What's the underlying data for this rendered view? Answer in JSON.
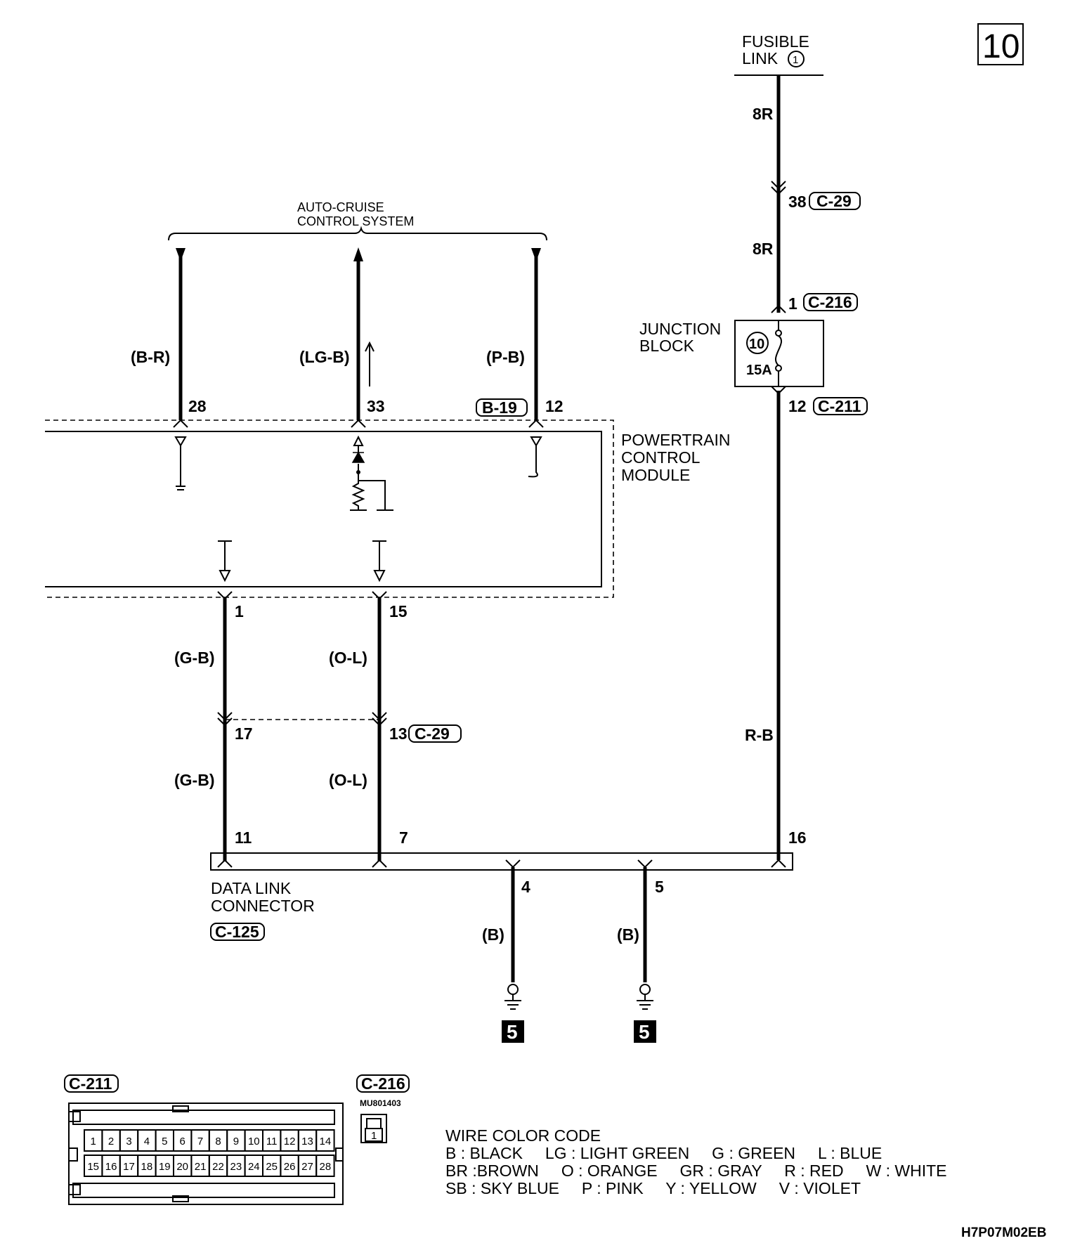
{
  "page_number": "10",
  "fusible_link": {
    "line1": "FUSIBLE",
    "line2": "LINK",
    "num": "1"
  },
  "right_wire": {
    "label_top": "8R",
    "c29_pin": "38",
    "c29_conn": "C-29",
    "label_mid": "8R",
    "c216_pin": "1",
    "c216_conn": "C-216",
    "junction_line1": "JUNCTION",
    "junction_line2": "BLOCK",
    "fuse_num": "10",
    "fuse_amp": "15A",
    "c211_pin": "12",
    "c211_conn": "C-211",
    "label_bottom": "R-B",
    "dlc_pin": "16"
  },
  "auto_cruise": {
    "line1": "AUTO-CRUISE",
    "line2": "CONTROL SYSTEM"
  },
  "pcm_top": {
    "wire1_color": "(B-R)",
    "wire1_pin": "28",
    "wire2_color": "(LG-B)",
    "wire2_pin": "33",
    "wire3_color": "(P-B)",
    "wire3_pin": "12",
    "wire3_conn": "B-19"
  },
  "pcm": {
    "line1": "POWERTRAIN",
    "line2": "CONTROL",
    "line3": "MODULE"
  },
  "pcm_bottom": {
    "left_pin": "1",
    "left_color": "(G-B)",
    "left_c29_pin": "17",
    "left_color2": "(G-B)",
    "left_dlc_pin": "11",
    "right_pin": "15",
    "right_color": "(O-L)",
    "right_c29_pin": "13",
    "right_c29_conn": "C-29",
    "right_color2": "(O-L)",
    "right_dlc_pin": "7"
  },
  "dlc": {
    "line1": "DATA LINK",
    "line2": "CONNECTOR",
    "conn": "C-125"
  },
  "grounds": [
    {
      "pin": "4",
      "color": "(B)",
      "ground_num": "5"
    },
    {
      "pin": "5",
      "color": "(B)",
      "ground_num": "5"
    }
  ],
  "connector_c211": {
    "label": "C-211",
    "row1": [
      "1",
      "2",
      "3",
      "4",
      "5",
      "6",
      "7",
      "8",
      "9",
      "10",
      "11",
      "12",
      "13",
      "14"
    ],
    "row2": [
      "15",
      "16",
      "17",
      "18",
      "19",
      "20",
      "21",
      "22",
      "23",
      "24",
      "25",
      "26",
      "27",
      "28"
    ]
  },
  "connector_c216": {
    "label": "C-216",
    "part": "MU801403",
    "pin": "1"
  },
  "wire_color_code": {
    "title": "WIRE COLOR CODE",
    "line1": "B : BLACK     LG : LIGHT GREEN     G : GREEN     L : BLUE",
    "line2": "BR :BROWN     O : ORANGE     GR : GRAY     R : RED     W : WHITE",
    "line3": "SB : SKY BLUE     P : PINK     Y : YELLOW     V : VIOLET"
  },
  "diagram_code": "H7P07M02EB"
}
